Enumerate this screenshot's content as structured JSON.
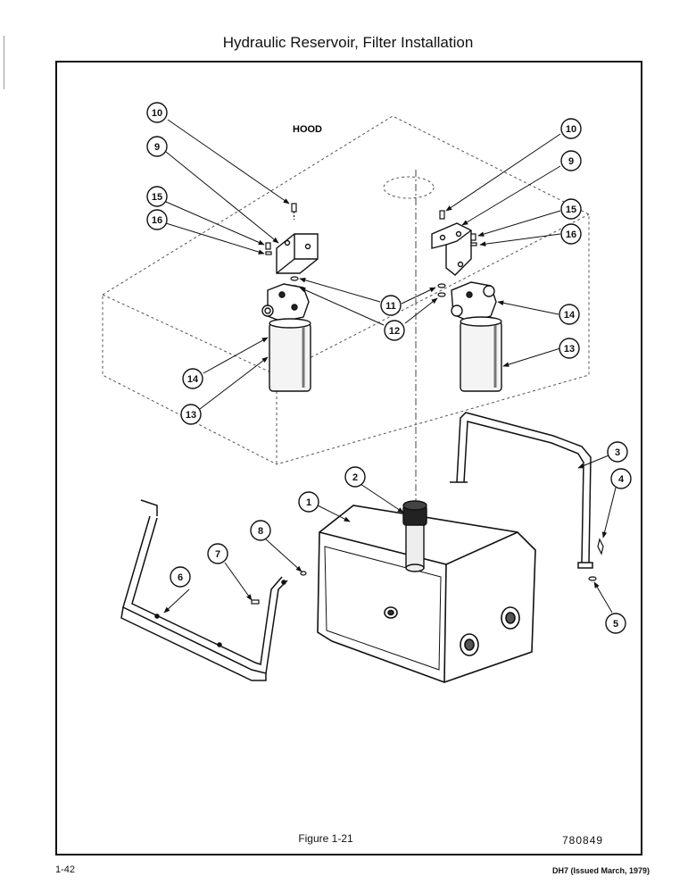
{
  "page": {
    "title": "Hydraulic Reservoir, Filter Installation",
    "figure_caption": "Figure 1-21",
    "figure_number": "780849",
    "page_number": "1-42",
    "issue_note": "DH7 (Issued March, 1979)"
  },
  "drawing": {
    "hood_label": "HOOD",
    "callouts": [
      "10",
      "9",
      "15",
      "16",
      "10",
      "9",
      "15",
      "16",
      "11",
      "12",
      "14",
      "14",
      "13",
      "13",
      "2",
      "1",
      "3",
      "4",
      "5",
      "6",
      "7",
      "8"
    ]
  }
}
